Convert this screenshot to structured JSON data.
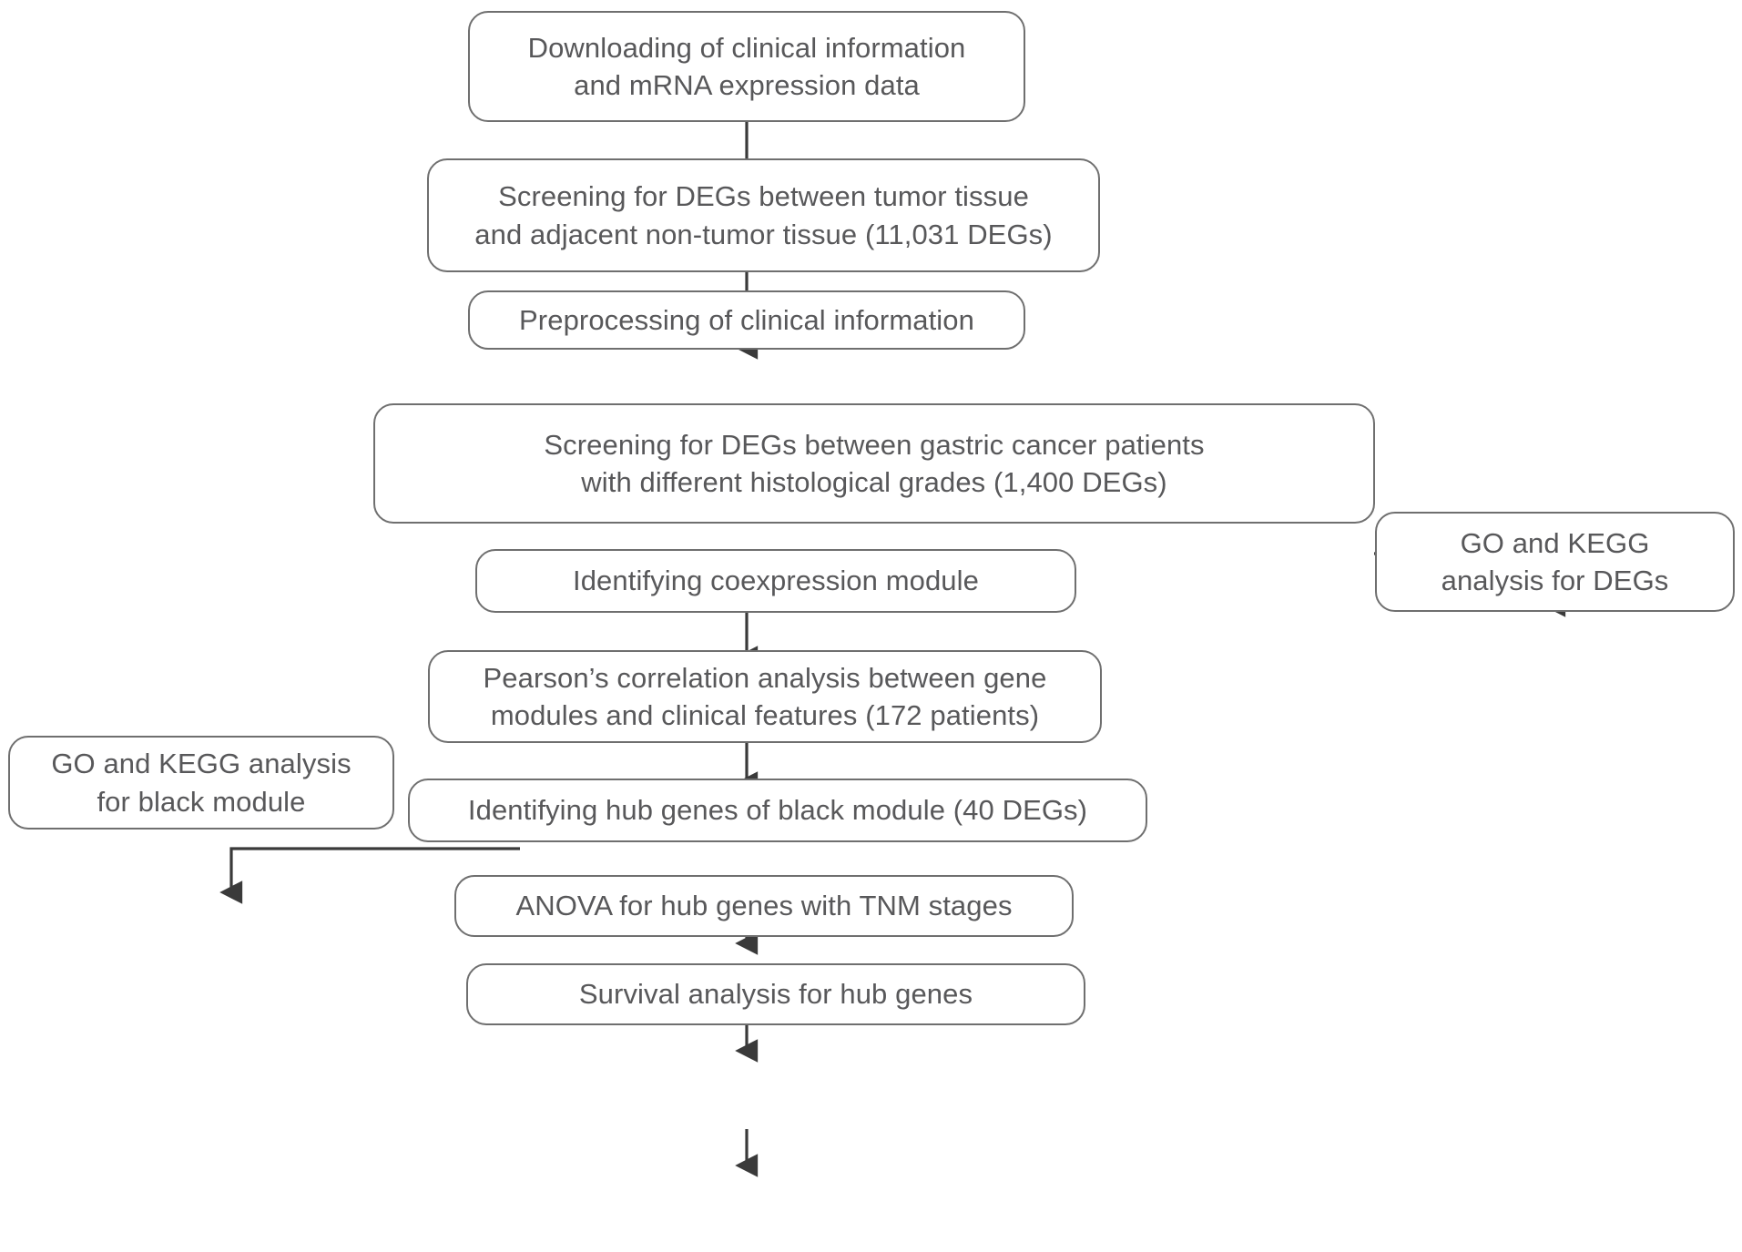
{
  "diagram": {
    "title": "Study workflow flowchart",
    "type": "flowchart",
    "colors": {
      "box_border": "#6f6f6f",
      "box_fill": "#ffffff",
      "text": "#58585a",
      "connector": "#3a3a3a",
      "background": "#ffffff"
    },
    "nodes": [
      {
        "id": "download",
        "label": "Downloading of clinical information\nand mRNA expression data",
        "name": "node-downloading-data"
      },
      {
        "id": "screen_tumor",
        "label": "Screening for DEGs between tumor tissue\nand adjacent non-tumor tissue (11,031 DEGs)",
        "name": "node-screening-tumor-vs-nontumor"
      },
      {
        "id": "preprocess",
        "label": "Preprocessing of clinical information",
        "name": "node-preprocessing-clinical-information"
      },
      {
        "id": "screen_grade",
        "label": "Screening for DEGs between gastric cancer patients\nwith different histological grades (1,400 DEGs)",
        "name": "node-screening-histological-grades"
      },
      {
        "id": "go_kegg_degs",
        "label": "GO and KEGG\nanalysis for DEGs",
        "name": "node-go-kegg-analysis-degs"
      },
      {
        "id": "coexpression",
        "label": "Identifying coexpression module",
        "name": "node-identifying-coexpression-module"
      },
      {
        "id": "pearson",
        "label": "Pearson’s correlation analysis between gene\nmodules and clinical features (172 patients)",
        "name": "node-pearson-correlation-analysis"
      },
      {
        "id": "go_kegg_black",
        "label": "GO and KEGG analysis\nfor black module",
        "name": "node-go-kegg-analysis-black-module"
      },
      {
        "id": "hub_genes",
        "label": "Identifying hub genes of black module (40 DEGs)",
        "name": "node-identifying-hub-genes"
      },
      {
        "id": "anova",
        "label": "ANOVA for hub genes with TNM stages",
        "name": "node-anova-hub-genes-tnm"
      },
      {
        "id": "survival",
        "label": "Survival analysis for hub genes",
        "name": "node-survival-analysis-hub-genes"
      }
    ],
    "edges": [
      {
        "from": "download",
        "to": "screen_tumor",
        "name": "edge-download-to-screen-tumor"
      },
      {
        "from": "screen_tumor",
        "to": "preprocess",
        "name": "edge-screen-tumor-to-preprocess"
      },
      {
        "from": "preprocess",
        "to": "screen_grade",
        "name": "edge-preprocess-to-screen-grade"
      },
      {
        "from": "screen_grade",
        "to": "go_kegg_degs",
        "name": "edge-screen-grade-to-go-kegg-degs"
      },
      {
        "from": "screen_grade",
        "to": "coexpression",
        "name": "edge-screen-grade-to-coexpression"
      },
      {
        "from": "coexpression",
        "to": "pearson",
        "name": "edge-coexpression-to-pearson"
      },
      {
        "from": "pearson",
        "to": "go_kegg_black",
        "name": "edge-pearson-to-go-kegg-black"
      },
      {
        "from": "pearson",
        "to": "hub_genes",
        "name": "edge-pearson-to-hub-genes"
      },
      {
        "from": "hub_genes",
        "to": "anova",
        "name": "edge-hub-genes-to-anova"
      },
      {
        "from": "anova",
        "to": "survival",
        "name": "edge-anova-to-survival"
      }
    ]
  }
}
